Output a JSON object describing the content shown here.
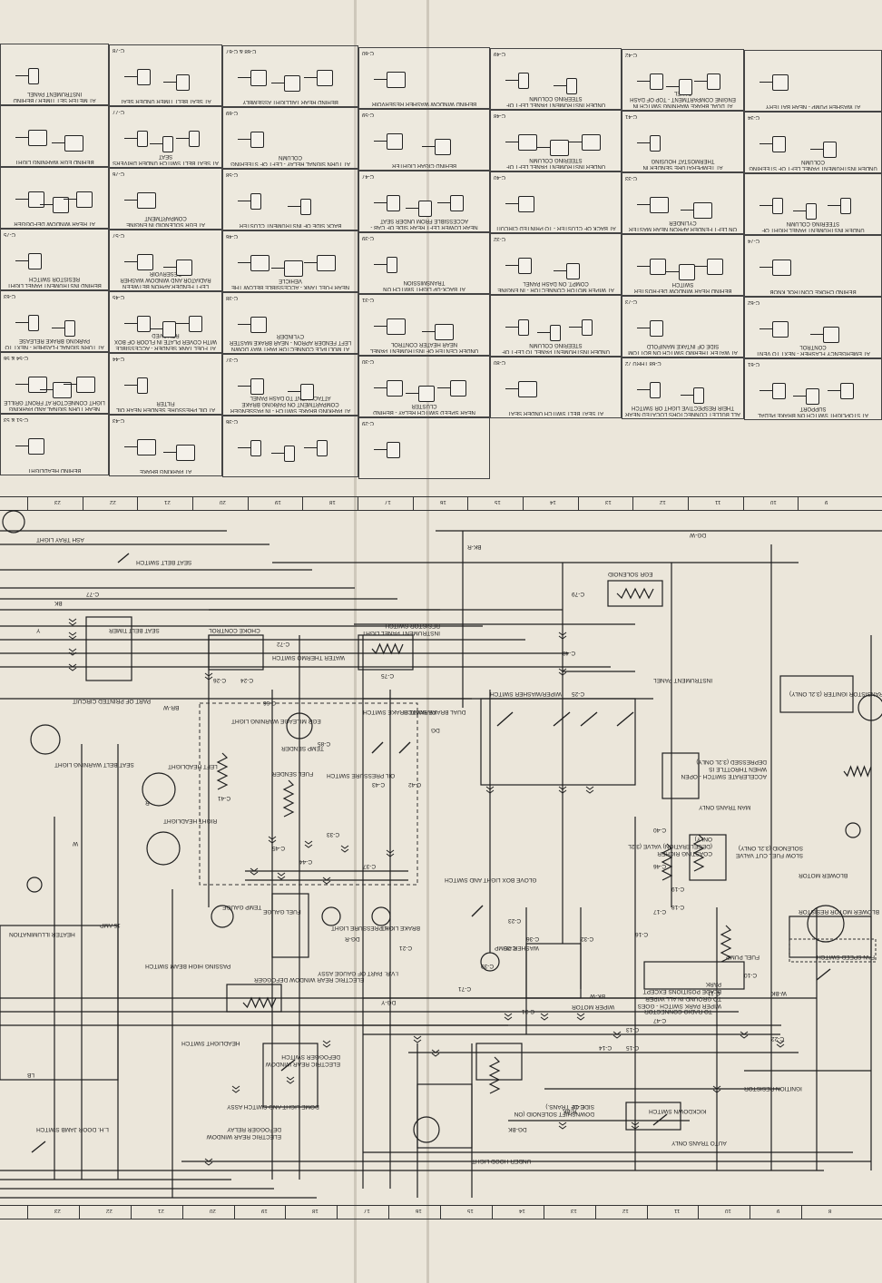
{
  "connector_panel": {
    "cells": [
      {
        "label": "AT METER SET TIMER / BEHIND INSTRUMENT PANEL",
        "code": ""
      },
      {
        "label": "AT SEAT BELT TIMER UNDER SEAT",
        "code": "C-78"
      },
      {
        "label": "BEHIND REAR TAILLIGHT ASSEMBLY",
        "code": "C-68 & C-67"
      },
      {
        "label": "BEHIND WINDOW WASHER RESERVOIR",
        "code": "C-60"
      },
      {
        "label": "UNDER INSTRUMENT PANEL LEFT OF STEERING COLUMN",
        "code": "C-49"
      },
      {
        "label": "AT DUAL BRAKE WARNING SWITCH IN ENGINE COMPARTMENT - TOP OF DASH PANEL",
        "code": "C-42"
      },
      {
        "label": "AT WASHER PUMP - NEAR BATTERY",
        "code": ""
      },
      {
        "label": "BEHIND EGR WARNING LIGHT",
        "code": ""
      },
      {
        "label": "AT SEAT BELT SWITCH UNDER DRIVERS SEAT",
        "code": "C-77"
      },
      {
        "label": "AT TURN SIGNAL RELAY - LEFT OF STEERING COLUMN",
        "code": "C-69"
      },
      {
        "label": "BEHIND CIGAR LIGHTER",
        "code": "C-59"
      },
      {
        "label": "UNDER INSTRUMENT PANEL LEFT OF STEERING COLUMN",
        "code": "C-48"
      },
      {
        "label": "AT TEMPERATURE SENDER IN THERMOSTAT HOUSING",
        "code": "C-41"
      },
      {
        "label": "UNDER INSTRUMENT PANEL LEFT OF STEERING COLUMN",
        "code": "C-34"
      },
      {
        "label": "AT REAR WINDOW DEFOGGER",
        "code": ""
      },
      {
        "label": "AT EGR SOLENOID IN ENGINE COMPARTMENT",
        "code": "C-76"
      },
      {
        "label": "BACK SIDE OF INSTRUMENT CLUSTER",
        "code": "C-58"
      },
      {
        "label": "NEAR LOWER LEFT REAR SIDE OF CAB - ACCESSIBLE FROM UNDER SEAT",
        "code": "C-47"
      },
      {
        "label": "AT BACK OF CLUSTER - TO PRINTED CIRCUIT",
        "code": "C-40"
      },
      {
        "label": "ON LEFT FENDER APRON NEAR MASTER CYLINDER",
        "code": "C-33"
      },
      {
        "label": "UNDER INSTRUMENT PANEL RIGHT OF STEERING COLUMN",
        "code": ""
      },
      {
        "label": "BEHIND INSTRUMENT PANEL LIGHT RESISTOR SWITCH",
        "code": "C-75"
      },
      {
        "label": "LEFT FENDER APRON BETWEEN RADIATOR AND WINDOW WASHER RESERVOIR",
        "code": "C-57"
      },
      {
        "label": "NEAR FUEL TANK - ACCESSIBLE BELOW THE VEHICLE",
        "code": "C-46"
      },
      {
        "label": "AT BACK-UP LIGHT SWITCH ON TRANSMISSION",
        "code": "C-39"
      },
      {
        "label": "AT WIPER MOTOR CONNECTOR - IN ENGINE COMPT. ON DASH PANEL",
        "code": "C-32"
      },
      {
        "label": "BEHIND REAR WINDOW DEFROSTER SWITCH",
        "code": ""
      },
      {
        "label": "BEHIND CHOKE CONTROL KNOB",
        "code": "C-74"
      },
      {
        "label": "AT TURN SIGNAL FLASHER - NEXT TO PARKING BRAKE RELEASE",
        "code": "C-63"
      },
      {
        "label": "AT FUEL TANK SENDER - ACCESSIBLE WITH COVER PLATE IN FLOOR OF BOX REMOVED",
        "code": "C-45"
      },
      {
        "label": "AT MULTIPLE CONNECTOR PART WAY DOWN LEFT FENDER APRON - NEAR BRAKE MASTER CYLINDER",
        "code": "C-38"
      },
      {
        "label": "UNDER CENTER OF INSTRUMENT PANEL NEAR HEATER CONTROL",
        "code": "C-31"
      },
      {
        "label": "UNDER INSTRUMENT PANEL TO LEFT OF STEERING COLUMN",
        "code": ""
      },
      {
        "label": "AT WATER THERMO SWITCH ON BOTTOM SIDE OF INTAKE MANIFOLD",
        "code": "C-73"
      },
      {
        "label": "AT EMERGENCY FLASHER - NEXT TO VENT CONTROL",
        "code": "C-62"
      },
      {
        "label": "NEAR TURN SIGNAL AND PARKING LIGHT CONNECTOR AT FRONT GRILLE",
        "code": "C-54 & 56"
      },
      {
        "label": "AT OIL PRESSURE SENDER NEAR OIL FILTER",
        "code": "C-44"
      },
      {
        "label": "AT PARKING BRAKE SWITCH - IN PASSENGER COMPARTMENT ON PARKING BRAKE ATTACHMENT TO DASH PANEL",
        "code": "C-37"
      },
      {
        "label": "NEAR SPEED SWITCH RELAY - BEHIND CLUSTER",
        "code": "C-30"
      },
      {
        "label": "AT SEAT BELT SWITCH UNDER SEAT",
        "code": "C-80"
      },
      {
        "label": "ALL BULLET CONNECTORS LOCATED NEAR THEIR RESPECTIVE LIGHT OR SWITCH",
        "code": "C-68 THRU 72"
      },
      {
        "label": "AT STOPLIGHT SWITCH ON BRAKE PEDAL SUPPORT",
        "code": "C-61"
      },
      {
        "label": "BEHIND HEADLIGHT",
        "code": "C-51 & 53"
      },
      {
        "label": "AT PARKING BRAKE",
        "code": "C-43"
      },
      {
        "label": "",
        "code": "C-36"
      },
      {
        "label": "",
        "code": "C-29"
      }
    ]
  },
  "ruler_top": [
    "23",
    "22",
    "21",
    "20",
    "19",
    "18",
    "17",
    "16",
    "15",
    "14",
    "13",
    "12",
    "11",
    "10",
    "9"
  ],
  "ruler_bottom": [
    "23",
    "22",
    "21",
    "20",
    "19",
    "18",
    "17",
    "16",
    "15",
    "14",
    "13",
    "12",
    "11",
    "10",
    "9",
    "8"
  ],
  "schematic": {
    "labels": [
      {
        "id": "ash-tray-light",
        "text": "ASH TRAY LIGHT"
      },
      {
        "id": "seat-belt-switch",
        "text": "SEAT BELT SWITCH"
      },
      {
        "id": "seat-belt-timer",
        "text": "SEAT BELT TIMER"
      },
      {
        "id": "choke-control",
        "text": "CHOKE CONTROL"
      },
      {
        "id": "water-thermo-switch",
        "text": "WATER THERMO SWITCH"
      },
      {
        "id": "instrument-panel-light-resistor-switch",
        "text": "INSTRUMENT PANEL LIGHT RESISTOR SWITCH"
      },
      {
        "id": "egr-solenoid",
        "text": "EGR SOLENOID"
      },
      {
        "id": "part-of-printed-circuit",
        "text": "PART OF PRINTED CIRCUIT"
      },
      {
        "id": "seat-belt-warning-light",
        "text": "SEAT BELT WARNING LIGHT"
      },
      {
        "id": "egr-mileage-warning-light",
        "text": "EGR MILEAGE WARNING LIGHT"
      },
      {
        "id": "parking-brake-switch",
        "text": "PARKING BRAKE SWITCH"
      },
      {
        "id": "dual-brake-switch",
        "text": "DUAL BRAKE SWITCH"
      },
      {
        "id": "wiper-washer-switch",
        "text": "WIPER/WASHER SWITCH"
      },
      {
        "id": "instrument-panel",
        "text": "INSTRUMENT PANEL"
      },
      {
        "id": "transistor-ignitor",
        "text": "TRANSISTOR IGNITER (3.2L ONLY)"
      },
      {
        "id": "left-headlight",
        "text": "LEFT HEADLIGHT"
      },
      {
        "id": "temp-sender",
        "text": "TEMP SENDER"
      },
      {
        "id": "fuel-sender",
        "text": "FUEL SENDER"
      },
      {
        "id": "oil-pressure-switch",
        "text": "OIL PRESSURE SWITCH"
      },
      {
        "id": "accelerate-switch",
        "text": "ACCELERATE SWITCH - OPEN WHEN THROTTLE IS DEPRESSED (3.2L ONLY)"
      },
      {
        "id": "man-trans-only",
        "text": "MAN TRANS ONLY"
      },
      {
        "id": "right-headlight",
        "text": "RIGHT HEADLIGHT"
      },
      {
        "id": "coasting-richer-valve",
        "text": "COASTING RICHER (DECELERATION) VALVE (3.2L ONLY)"
      },
      {
        "id": "slow-fuel-cut-valve",
        "text": "SLOW FUEL CUT VALVE SOLENOID (3.2L ONLY)"
      },
      {
        "id": "blower-motor",
        "text": "BLOWER MOTOR"
      },
      {
        "id": "glove-box-light",
        "text": "GLOVE BOX LIGHT AND SWITCH"
      },
      {
        "id": "temp-gauge",
        "text": "TEMP GAUGE"
      },
      {
        "id": "fuel-gauge",
        "text": "FUEL GAUGE"
      },
      {
        "id": "oil-light",
        "text": "OIL PRESSURE LIGHT"
      },
      {
        "id": "brake-light",
        "text": "BRAKE LIGHT"
      },
      {
        "id": "heater-illumination",
        "text": "HEATER ILLUMINATION"
      },
      {
        "id": "fuse-15amp",
        "text": "15 AMP"
      },
      {
        "id": "washer-pump",
        "text": "WASHER PUMP"
      },
      {
        "id": "fuel-pump",
        "text": "FUEL PUMP"
      },
      {
        "id": "blower-motor-resistor",
        "text": "BLOWER MOTOR RESISTOR"
      },
      {
        "id": "fan-speed-switch",
        "text": "FAN SPEED SWITCH"
      },
      {
        "id": "passing-high-beam-switch",
        "text": "PASSING HIGH BEAM SWITCH"
      },
      {
        "id": "electric-rear-window-defogger",
        "text": "ELECTRIC REAR WINDOW DEFOGGER"
      },
      {
        "id": "part-of-gauge-assy",
        "text": "I.V.R. PART OF GAUGE ASSY"
      },
      {
        "id": "wiper-park-note",
        "text": "WIPER PARK SWITCH - GOES TO GROUND IN ALL WIPER BLADE POSITIONS EXCEPT PARK"
      },
      {
        "id": "wiper-motor",
        "text": "WIPER MOTOR"
      },
      {
        "id": "to-radio-connector",
        "text": "TO RADIO CONNECTOR"
      },
      {
        "id": "headlight-switch",
        "text": "HEADLIGHT SWITCH"
      },
      {
        "id": "electric-rear-window-defogger-switch",
        "text": "ELECTRIC REAR WINDOW DEFOGGER SWITCH"
      },
      {
        "id": "ignition-resistor",
        "text": "IGNITION RESISTOR"
      },
      {
        "id": "dome-light-switch",
        "text": "DOME LIGHT AND SWITCH ASSY"
      },
      {
        "id": "defogger-relay",
        "text": "ELECTRIC REAR WINDOW DEFOGGER RELAY"
      },
      {
        "id": "downshift-solenoid",
        "text": "DOWNSHIFT SOLENOID (ON SIDE OF TRANS.)"
      },
      {
        "id": "kickdown-switch",
        "text": "KICKDOWN SWITCH"
      },
      {
        "id": "under-hood-light",
        "text": "UNDER HOOD LIGHT"
      },
      {
        "id": "auto-trans-only",
        "text": "AUTO TRANS ONLY"
      },
      {
        "id": "lh-door-jamb-switch",
        "text": "L.H. DOOR JAMB SWITCH"
      }
    ],
    "codes": [
      "C-77",
      "C-72",
      "C-24",
      "C-48",
      "C-79",
      "C-75",
      "C-25",
      "C-66",
      "C-26",
      "C-85",
      "C-43",
      "C-42",
      "C-33",
      "C-41",
      "C-45",
      "C-44",
      "C-37",
      "C-40",
      "C-46",
      "C-19",
      "C-18",
      "C-17",
      "C-16",
      "C-21",
      "C-36",
      "C-31",
      "C-71",
      "C-39",
      "C-23",
      "C-35",
      "C-32",
      "C-13",
      "C-14",
      "C-15",
      "C-12",
      "C-22",
      "C-47",
      "C-11",
      "C-10"
    ],
    "wire_colors": [
      "BK",
      "W",
      "R",
      "DG",
      "Y",
      "LB",
      "BK-W",
      "R-BK",
      "W-BK",
      "DG-R",
      "DG-BK",
      "DG-Y",
      "BK-R",
      "BR-W",
      "DG-W"
    ]
  }
}
